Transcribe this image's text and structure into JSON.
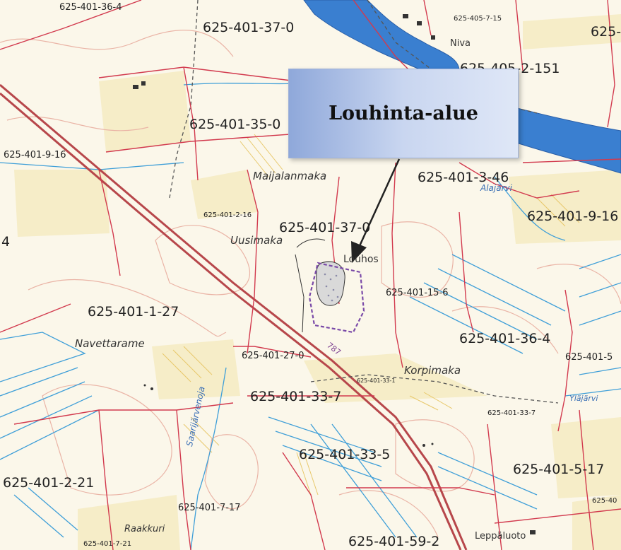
{
  "callout": {
    "title": "Louhinta-alue"
  },
  "parcels": {
    "p37_0_top": "625-401-37-0",
    "p36_4_top": "625-401-36-4",
    "p405_7": "625-405-7-15",
    "p405_2": "625-405-2-151",
    "p625_edge": "625-",
    "p35_0": "625-401-35-0",
    "p9_16_left": "625-401-9-16",
    "p3_46": "625-401-3-46",
    "p9_16_right": "625-401-9-16",
    "p2_16": "625-401-2-16",
    "p37_0_mid": "625-401-37-0",
    "p15_6": "625-401-15-6",
    "p1_27": "625-401-1-27",
    "p36_4_mid": "625-401-36-4",
    "p401_5": "625-401-5",
    "p27_0": "625-401-27-0",
    "p33_1": "625-401-33-1",
    "p33_7": "625-401-33-7",
    "p33_7b": "625-401-33-7",
    "p33_5": "625-401-33-5",
    "p5_17": "625-401-5-17",
    "p2_21": "625-401-2-21",
    "p7_17": "625-401-7-17",
    "p7_21": "625-401-7-21",
    "p59_2": "625-401-59-2",
    "p62": "625-40",
    "p4": "4"
  },
  "places": {
    "niva": "Niva",
    "maijalanmaka": "Maijalanmaka",
    "alajarvi": "Alajärvi",
    "uusimaka": "Uusimaka",
    "louhos": "Louhos",
    "navettarame": "Navettarame",
    "korpimaka": "Korpimaka",
    "ylajarvi": "Yläjärvi",
    "saarijarvenoja": "Saarijärvenoja",
    "raakkuri": "Raakkuri",
    "leppaluoto": "Leppäluoto"
  },
  "road_number": "787",
  "colors": {
    "parcel_line": "#d23a4e",
    "water": "#2f78c8",
    "stream": "#3f9fd8",
    "contour": "#e8a898",
    "road": "#b7474b",
    "field": "#f5ecc2",
    "quarry": "#7a4aa8",
    "callout": "#b7c8ec"
  }
}
